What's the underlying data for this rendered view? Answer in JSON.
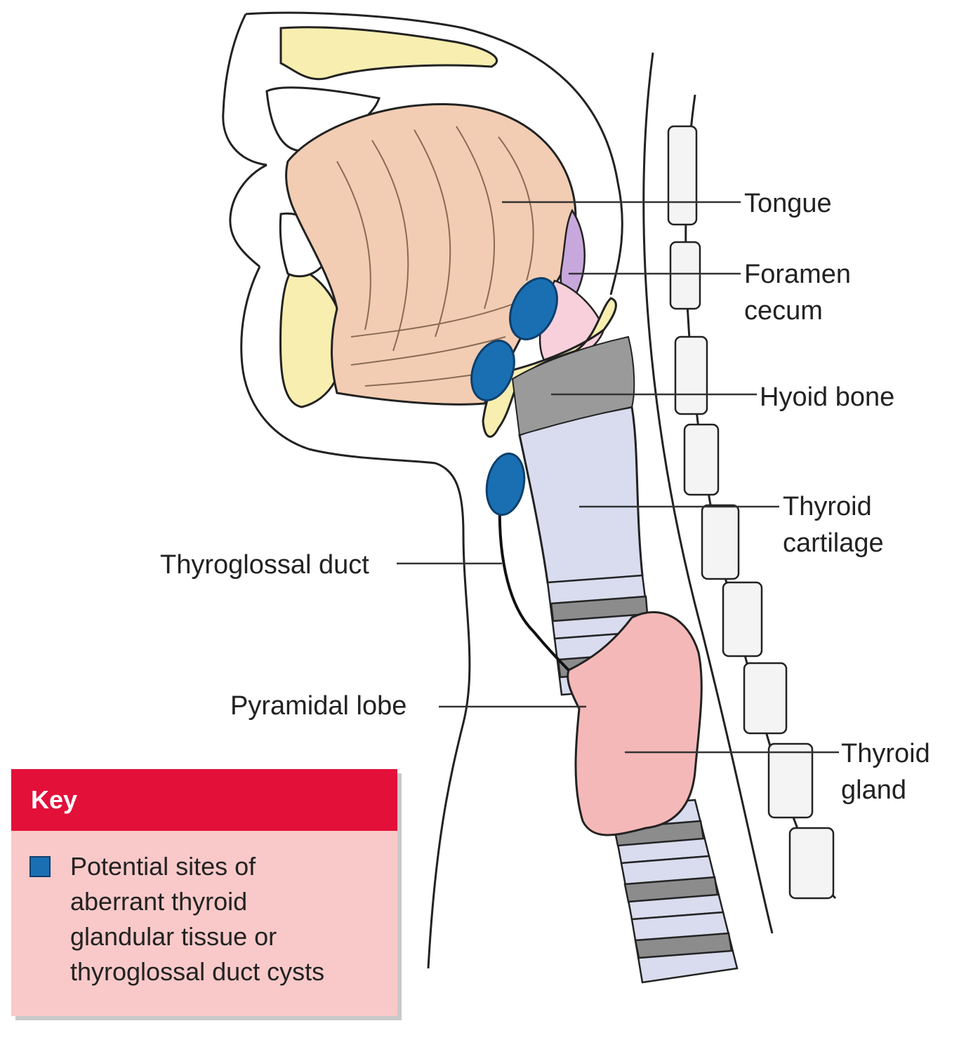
{
  "labels": {
    "tongue": "Tongue",
    "foramen_cecum_line1": "Foramen",
    "foramen_cecum_line2": "cecum",
    "hyoid_bone": "Hyoid bone",
    "thyroid_cartilage_line1": "Thyroid",
    "thyroid_cartilage_line2": "cartilage",
    "thyroglossal_duct": "Thyroglossal duct",
    "pyramidal_lobe": "Pyramidal lobe",
    "thyroid_gland_line1": "Thyroid",
    "thyroid_gland_line2": "gland"
  },
  "key": {
    "title": "Key",
    "swatch_color": "#1a6fb3",
    "lines": [
      "Potential sites of",
      "aberrant thyroid",
      "glandular tissue or",
      "thyroglossal duct cysts"
    ]
  },
  "colors": {
    "tongue": "#f2cdb3",
    "foramen_cecum": "#c8a8dc",
    "hyoid": "#f7eeb0",
    "cartilage": "#d8dcee",
    "thyroid_gland": "#f5b8b8",
    "aberrant_site": "#1a6fb3",
    "key_header": "#e3103a",
    "key_body": "#f9c9c9"
  }
}
